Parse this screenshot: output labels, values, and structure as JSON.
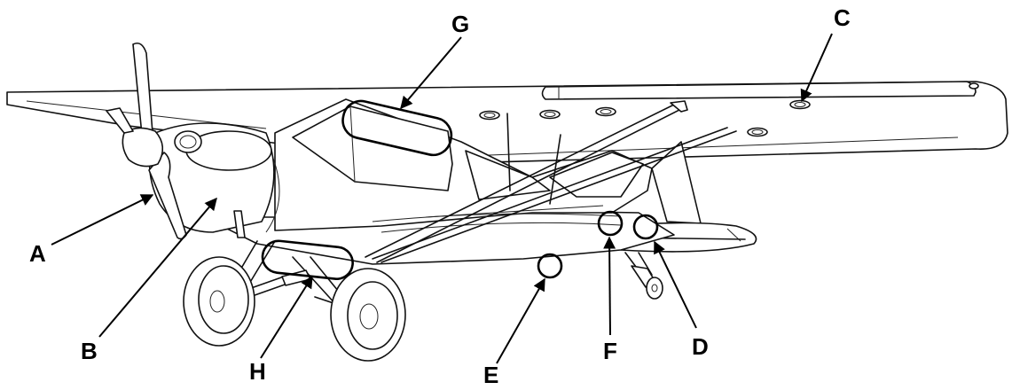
{
  "diagram": {
    "callouts": [
      {
        "id": "a",
        "label": "A"
      },
      {
        "id": "b",
        "label": "B"
      },
      {
        "id": "c",
        "label": "C"
      },
      {
        "id": "d",
        "label": "D"
      },
      {
        "id": "e",
        "label": "E"
      },
      {
        "id": "f",
        "label": "F"
      },
      {
        "id": "g",
        "label": "G"
      },
      {
        "id": "h",
        "label": "H"
      }
    ]
  }
}
